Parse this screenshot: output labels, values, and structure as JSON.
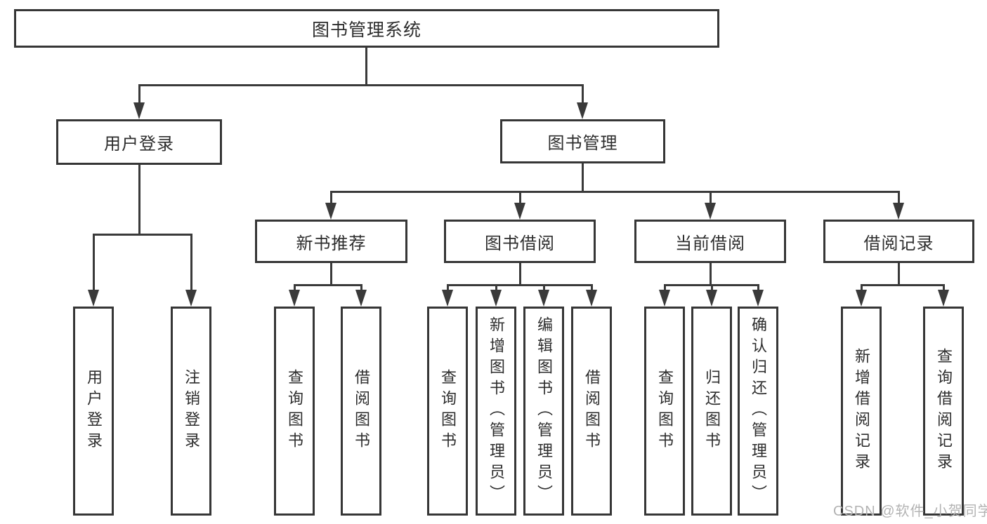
{
  "tree": {
    "label": "图书管理系统",
    "children": [
      {
        "label": "用户登录",
        "children": [
          {
            "label": "用户登录"
          },
          {
            "label": "注销登录"
          }
        ]
      },
      {
        "label": "图书管理",
        "children": [
          {
            "label": "新书推荐",
            "children": [
              {
                "label": "查询图书"
              },
              {
                "label": "借阅图书"
              }
            ]
          },
          {
            "label": "图书借阅",
            "children": [
              {
                "label": "查询图书"
              },
              {
                "label": "新增图书（管理员）"
              },
              {
                "label": "编辑图书（管理员）"
              },
              {
                "label": "借阅图书"
              }
            ]
          },
          {
            "label": "当前借阅",
            "children": [
              {
                "label": "查询图书"
              },
              {
                "label": "归还图书"
              },
              {
                "label": "确认归还（管理员）"
              }
            ]
          },
          {
            "label": "借阅记录",
            "children": [
              {
                "label": "新增借阅记录"
              },
              {
                "label": "查询借阅记录"
              }
            ]
          }
        ]
      }
    ]
  },
  "watermark": {
    "text": "CSDN @软件_小贺同学"
  },
  "colors": {
    "line": "#3a3a3a",
    "border": "#363636",
    "text": "#2d2d2d",
    "watermark": "#b3b3b3",
    "background": "#ffffff"
  }
}
